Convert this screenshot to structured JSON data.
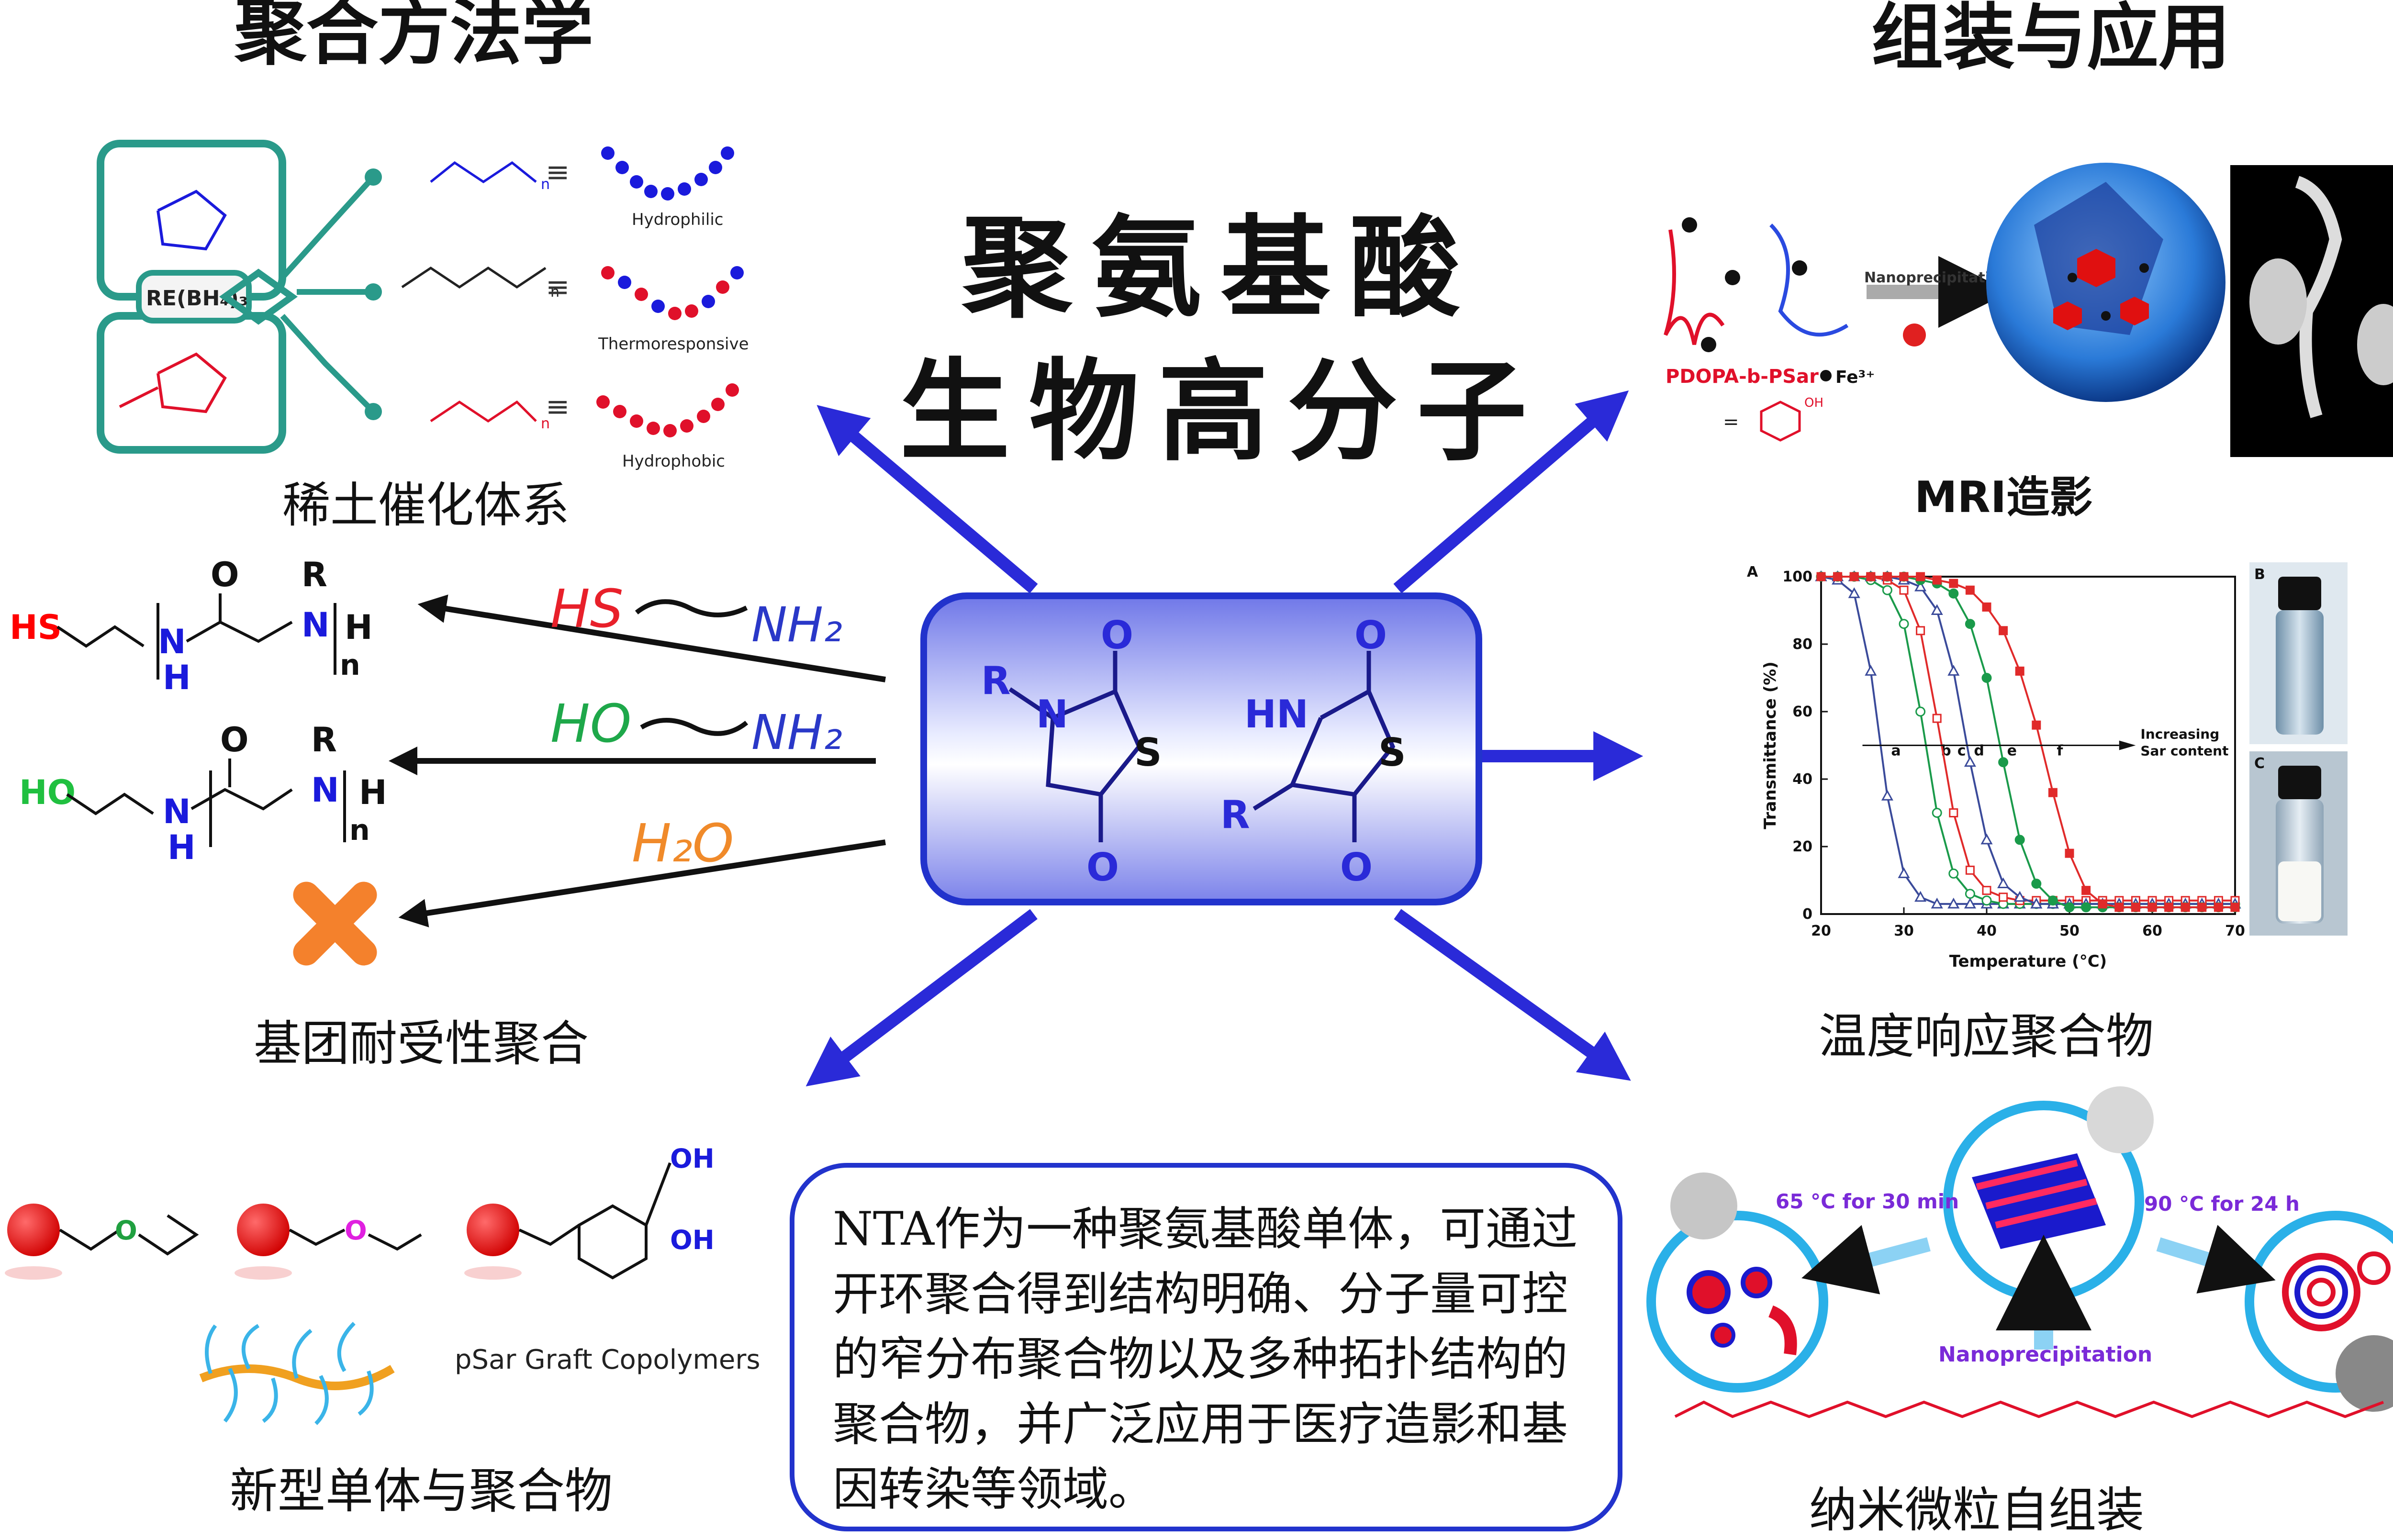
{
  "headers": {
    "left": "聚合方法学",
    "right": "组装与应用"
  },
  "center_title": {
    "line1": "聚氨基酸",
    "line2": "生物高分子"
  },
  "center_box": {
    "left_molecule": {
      "r": "R",
      "n": "N",
      "o_top": "O",
      "o_bottom": "O",
      "s": "S"
    },
    "right_molecule": {
      "hn": "HN",
      "r": "R",
      "o_top": "O",
      "o_bottom": "O",
      "s": "S"
    }
  },
  "catalyst": {
    "label": "稀土催化体系",
    "catalyst_text": "RE(BH₄)₃",
    "polymers": [
      {
        "name": "Hydrophilic",
        "color": "#1a1adc"
      },
      {
        "name": "Thermoresponsive",
        "color": "#e0102a"
      },
      {
        "name": "Hydrophobic",
        "color": "#e0102a"
      }
    ],
    "equiv": "≡",
    "n": "n"
  },
  "tolerance": {
    "label": "基团耐受性聚合",
    "initiators": [
      {
        "left": "HS",
        "right": "NH₂",
        "color": "#e8202a"
      },
      {
        "left": "HO",
        "right": "NH₂",
        "color": "#1ea84a"
      },
      {
        "left": "H₂O",
        "right": "",
        "color": "#f08a2a"
      }
    ],
    "products": [
      {
        "end": "HS",
        "end_color": "#ff0000",
        "nh": "N",
        "h": "H",
        "r": "R",
        "nh_right": "N",
        "h_right": "H",
        "o": "O",
        "n": "n"
      },
      {
        "end": "HO",
        "end_color": "#20c040",
        "nh": "N",
        "h": "H",
        "r": "R",
        "nh_right": "N",
        "h_right": "H",
        "o": "O",
        "n": "n"
      }
    ],
    "fail_icon": "cross-icon"
  },
  "new_monomers": {
    "label": "新型单体与聚合物",
    "graft_label": "pSar Graft Copolymers",
    "oh1": "OH",
    "oh2": "OH",
    "o": "O"
  },
  "description": "NTA作为一种聚氨基酸单体，可通过开环聚合得到结构明确、分子量可控的窄分布聚合物以及多种拓扑结构的聚合物，并广泛应用于医疗造影和基因转染等领域。",
  "mri": {
    "label": "MRI造影",
    "process": "Nanoprecipitation",
    "polymer": "PDOPA-b-PSar",
    "fe": "Fe³⁺",
    "equals": "=",
    "oh": "OH"
  },
  "thermo": {
    "label": "温度响应聚合物",
    "panel_a": "A",
    "panel_b": "B",
    "panel_c": "C",
    "annotation": [
      "Increasing",
      "Sar content"
    ]
  },
  "assembly": {
    "label": "纳米微粒自组装",
    "left_condition": "65 °C for 30 min",
    "right_condition": "90 °C for 24 h",
    "process": "Nanoprecipitation"
  },
  "chart_data": {
    "type": "line",
    "xlabel": "Temperature (°C)",
    "ylabel": "Transmittance (%)",
    "xlim": [
      20,
      70
    ],
    "ylim": [
      0,
      100
    ],
    "xticks": [
      20,
      30,
      40,
      50,
      60,
      70
    ],
    "yticks": [
      0,
      20,
      40,
      60,
      80,
      100
    ],
    "x": [
      20,
      22,
      24,
      26,
      28,
      30,
      32,
      34,
      36,
      38,
      40,
      42,
      44,
      46,
      48,
      50,
      52,
      54,
      56,
      58,
      60,
      62,
      64,
      66,
      68,
      70
    ],
    "series": [
      {
        "name": "a",
        "color": "#3a4a9a",
        "values": [
          100,
          99,
          95,
          72,
          35,
          12,
          5,
          3,
          3,
          3,
          3,
          3,
          3,
          3,
          3,
          3,
          3,
          3,
          3,
          3,
          3,
          3,
          3,
          3,
          3,
          3
        ]
      },
      {
        "name": "b",
        "color": "#1a9a4a",
        "values": [
          100,
          100,
          100,
          99,
          96,
          86,
          60,
          30,
          12,
          6,
          4,
          3,
          3,
          3,
          3,
          3,
          3,
          3,
          3,
          3,
          3,
          3,
          3,
          3,
          3,
          3
        ]
      },
      {
        "name": "c",
        "color": "#e02a2a",
        "values": [
          100,
          100,
          100,
          100,
          99,
          96,
          84,
          58,
          30,
          13,
          7,
          5,
          4,
          4,
          4,
          4,
          4,
          4,
          4,
          4,
          4,
          4,
          4,
          4,
          4,
          4
        ]
      },
      {
        "name": "d",
        "color": "#3a4a9a",
        "values": [
          100,
          100,
          100,
          100,
          100,
          99,
          97,
          90,
          72,
          45,
          22,
          9,
          5,
          3,
          3,
          3,
          3,
          3,
          3,
          3,
          3,
          3,
          3,
          3,
          3,
          3
        ]
      },
      {
        "name": "e",
        "color": "#1a9a4a",
        "values": [
          100,
          100,
          100,
          100,
          100,
          100,
          99,
          98,
          95,
          86,
          70,
          45,
          22,
          9,
          4,
          2,
          2,
          2,
          2,
          2,
          2,
          2,
          2,
          2,
          2,
          2
        ]
      },
      {
        "name": "f",
        "color": "#e02a2a",
        "values": [
          100,
          100,
          100,
          100,
          100,
          100,
          100,
          99,
          98,
          96,
          91,
          84,
          72,
          56,
          36,
          18,
          7,
          3,
          2,
          2,
          2,
          2,
          2,
          2,
          2,
          2
        ]
      }
    ]
  },
  "colors": {
    "arrow": "#2a2ad8",
    "title": "#111111",
    "box_border": "#2233cc"
  }
}
